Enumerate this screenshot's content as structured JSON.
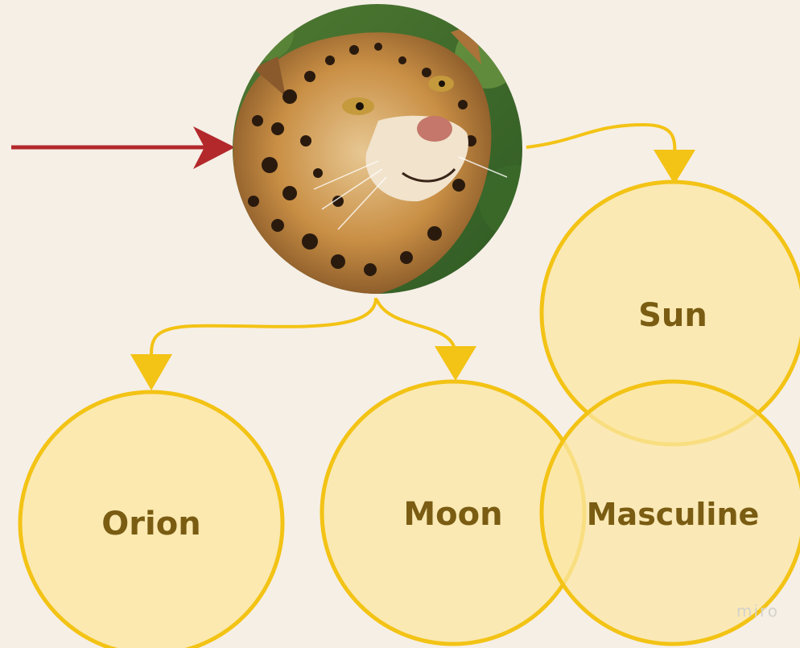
{
  "diagram": {
    "center_image": "jaguar",
    "nodes": {
      "orion": "Orion",
      "moon": "Moon",
      "sun": "Sun",
      "masculine": "Masculine"
    }
  },
  "watermark": "miro",
  "colors": {
    "background": "#f6efe6",
    "node_fill": "#fbe7a6",
    "node_stroke": "#f3c315",
    "connector": "#f3c315",
    "pointer_arrow": "#b3282b",
    "label_text": "#7a5c12"
  }
}
